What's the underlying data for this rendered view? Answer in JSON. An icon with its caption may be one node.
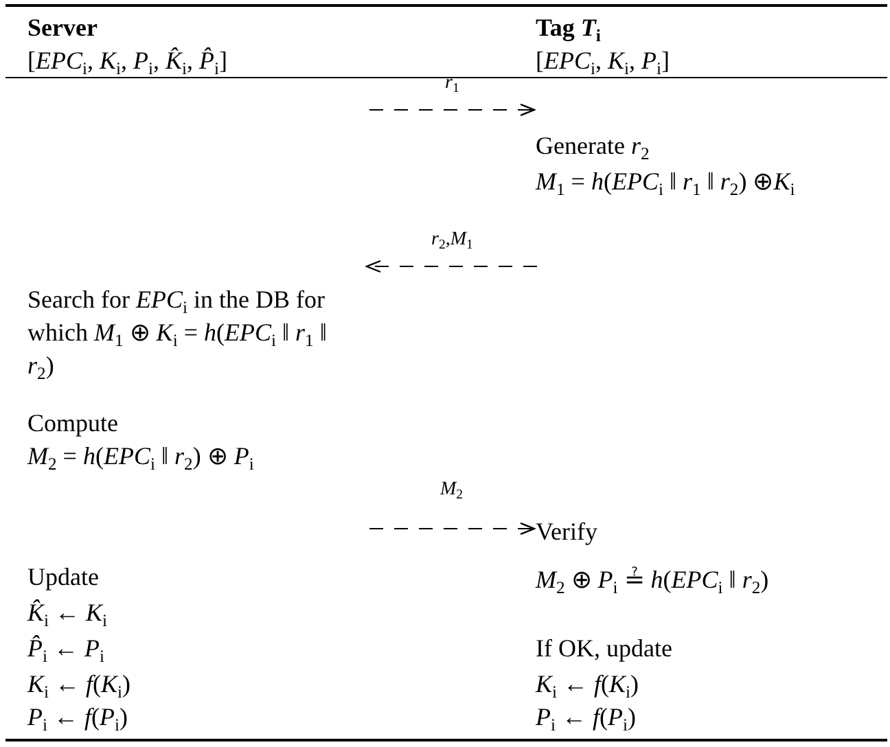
{
  "diagram": {
    "nodes": [
      {
        "text": [
          "Server",
          "[*EPC*$_{i}$, *K*$_{i}$, *P*$_{i}$, *K̂*$_{i}$, *P̂*$_{i}$]"
        ]
      },
      {
        "text": [
          "Tag *T*$_{i}$",
          "[*EPC*$_{i}$, *K*$_{i}$, *P*$_{i}$]"
        ]
      }
    ],
    "edges": [
      {
        "from": 0,
        "to": 1,
        "arrow": "to",
        "label": "*r*$_{1}$",
        "style": "dashed"
      },
      {
        "from": 1,
        "to": 0,
        "arrow": "to",
        "label": "*r*$_{2}$,*M*$_{1}$",
        "style": "dashed"
      },
      {
        "from": 0,
        "to": 1,
        "arrow": "to",
        "label": "*M*$_{2}$",
        "style": "dashed"
      }
    ],
    "labels": [
      "Generate *r*$_{2}$",
      "*M*$_{1}$ = *h*(*EPC*$_{i}$ ‖ *r*$_{1}$ ‖ *r*$_{2}$) ⊕*K*$_{i}$",
      "Search for *EPC*$_{i}$ in the DB for which *M*$_{1}$ ⊕ *K*$_{i}$ = *h*(*EPC*$_{i}$ ‖ *r*$_{1}$ ‖ *r*$_{2}$)",
      "Compute",
      "*M*$_{2}$ = *h*(*EPC*$_{i}$ ‖ *r*$_{2}$) ⊕ *P*$_{i}$",
      "Verify",
      "Update",
      "*M*$_{2}$ ⊕ *P*$_{i}$ ≟ *h*(*EPC*$_{i}$ ‖ *r*$_{2}$)",
      "*K̂*$_{i}$ ← *K*$_{i}$",
      "*P̂*$_{i}$ ← *P*$_{i}$",
      "If OK, update",
      "*K*$_{i}$ ← *f*(*K*$_{i}$)",
      "*K*$_{i}$ ← *f*(*K*$_{i}$)",
      "*P*$_{i}$ ← *f*(*P*$_{i}$)",
      "*P*$_{i}$ ← *f*(*P*$_{i}$)"
    ]
  }
}
